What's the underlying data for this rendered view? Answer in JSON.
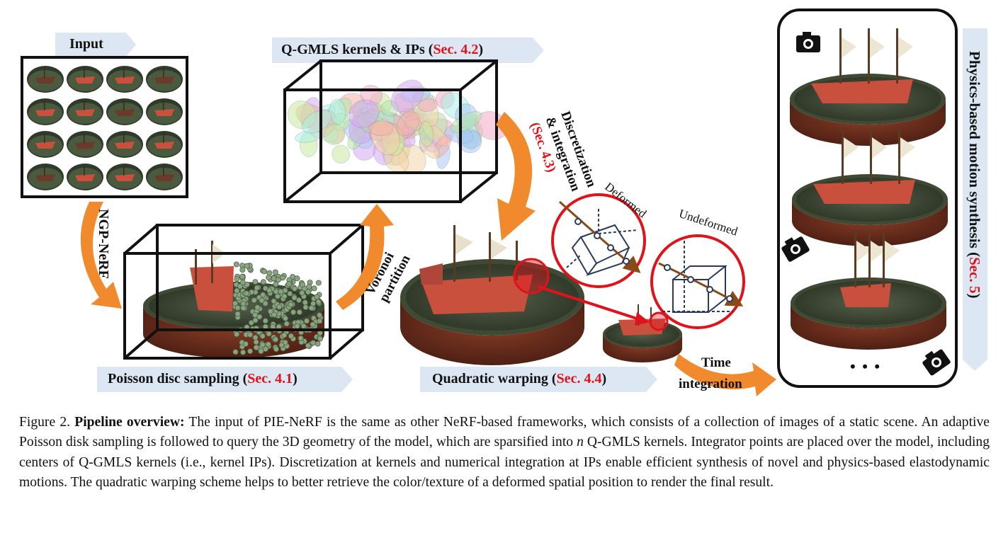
{
  "banners": {
    "input": "Input",
    "qgmls": "Q-GMLS kernels & IPs (",
    "qgmls_sec": "Sec. 4.2",
    "qgmls_end": ")",
    "poisson": "Poisson disc sampling (",
    "poisson_sec": "Sec. 4.1",
    "poisson_end": ")",
    "warping": "Quadratic warping (",
    "warping_sec": "Sec. 4.4",
    "warping_end": ")",
    "physics": "Physics-based motion synthesis (",
    "physics_sec": "Sec. 5",
    "physics_end": ")"
  },
  "arrows": {
    "ngp": "NGP-NeRF",
    "voronoi_1": "Voronoi",
    "voronoi_2": "partition",
    "disc_1": "Discretization",
    "disc_2": "& integration",
    "disc_sec": "(Sec. 4.3)",
    "time_1": "Time",
    "time_2": "integration"
  },
  "insets": {
    "deformed": "Deformed",
    "undeformed": "Undeformed"
  },
  "ellipsis": "• • •",
  "caption": {
    "prefix": "Figure 2.",
    "bold": "Pipeline overview:",
    "text_1": "The input of PIE-NeRF is the same as other NeRF-based frameworks, which consists of a collection of images of a static scene. An adaptive Poisson disk sampling is followed to query the 3D geometry of the model, which are sparsified into",
    "var_n": "n",
    "text_2": "Q-GMLS kernels. Integrator points are placed over the model, including centers of Q-GMLS kernels (i.e., kernel IPs). Discretization at kernels and numerical integration at IPs enable efficient synthesis of novel and physics-based elastodynamic motions. The quadratic warping scheme helps to better retrieve the color/texture of a deformed spatial position to render the final result."
  },
  "colors": {
    "banner_fill": "#dde7f3",
    "arrow_orange": "#f08a2c",
    "highlight_red": "#e0121a",
    "ship_red": "#c9503c",
    "pot_brown": "#6b2f1e",
    "water_green": "#3f4a34"
  }
}
